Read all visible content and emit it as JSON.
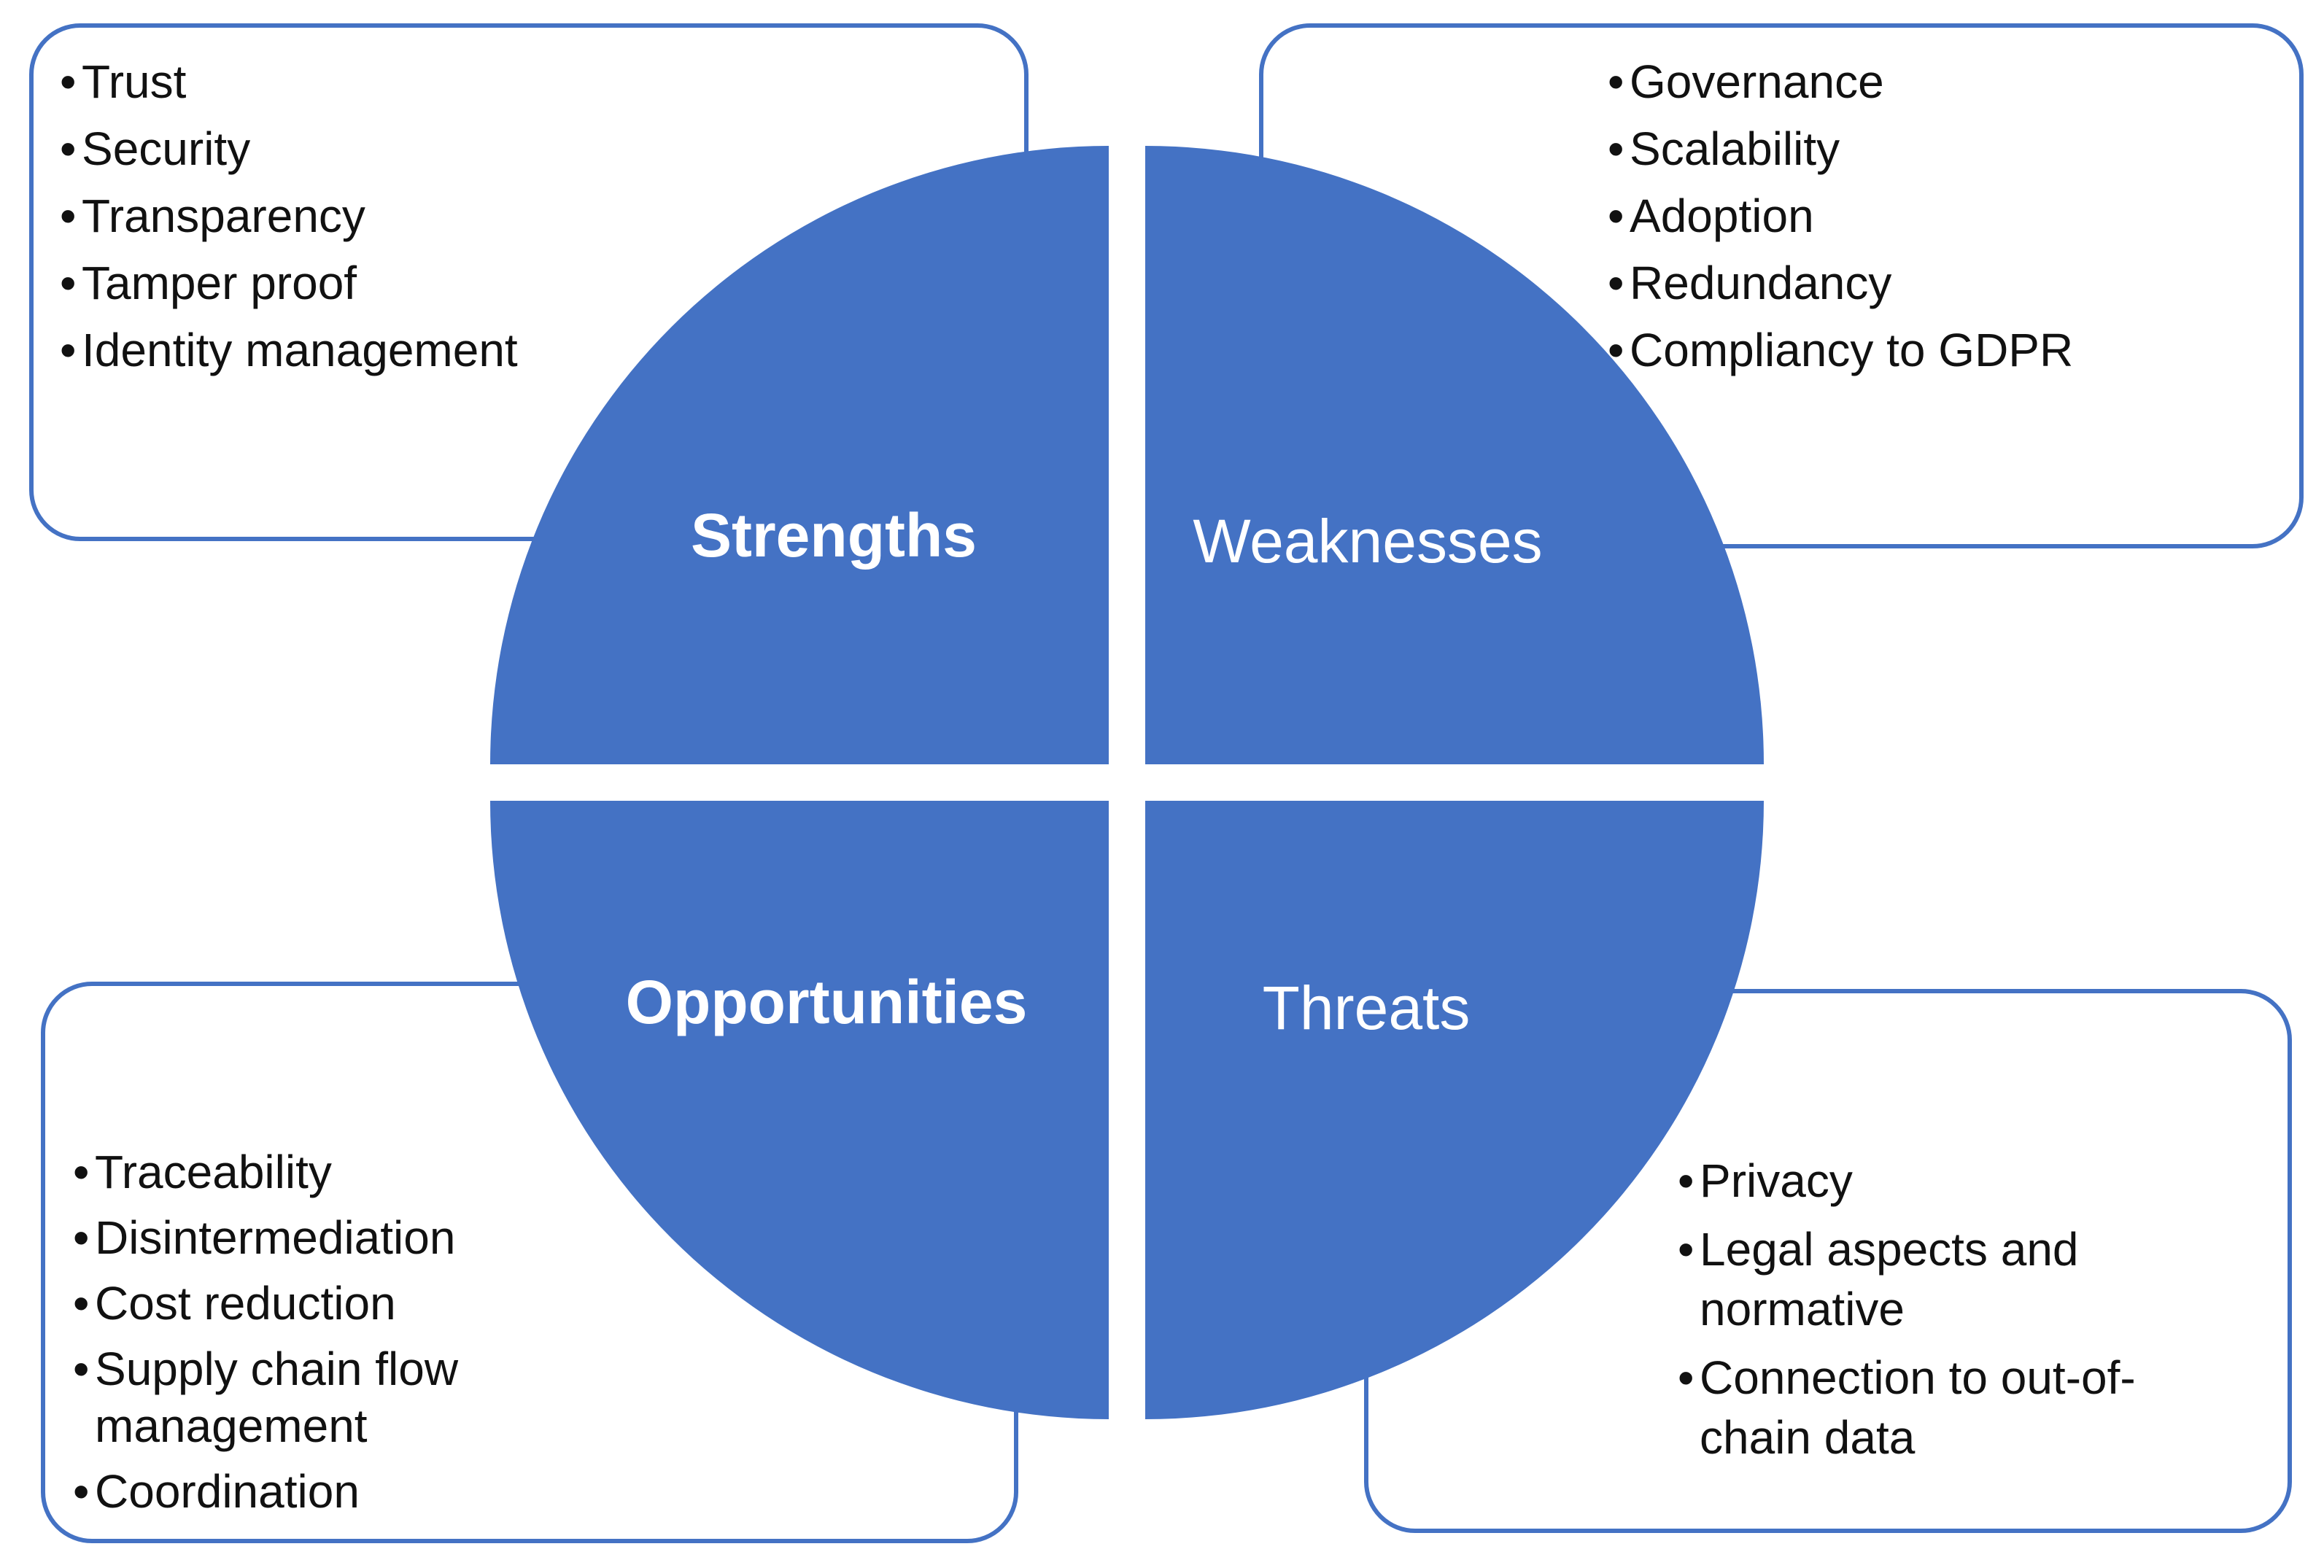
{
  "swot": {
    "accent_color": "#4472c4",
    "quadrants": [
      {
        "id": "strengths",
        "label": "Strengths",
        "items": [
          "Trust",
          "Security",
          "Transparency",
          "Tamper proof",
          "Identity management"
        ]
      },
      {
        "id": "weaknesses",
        "label": "Weaknesses",
        "items": [
          "Governance",
          "Scalability",
          "Adoption",
          "Redundancy",
          "Compliancy to GDPR"
        ]
      },
      {
        "id": "opportunities",
        "label": "Opportunities",
        "items": [
          "Traceability",
          "Disintermediation",
          "Cost reduction",
          "Supply chain flow management",
          "Coordination"
        ]
      },
      {
        "id": "threats",
        "label": "Threats",
        "items": [
          "Privacy",
          "Legal aspects and normative",
          "Connection to out-of-chain data"
        ]
      }
    ]
  }
}
